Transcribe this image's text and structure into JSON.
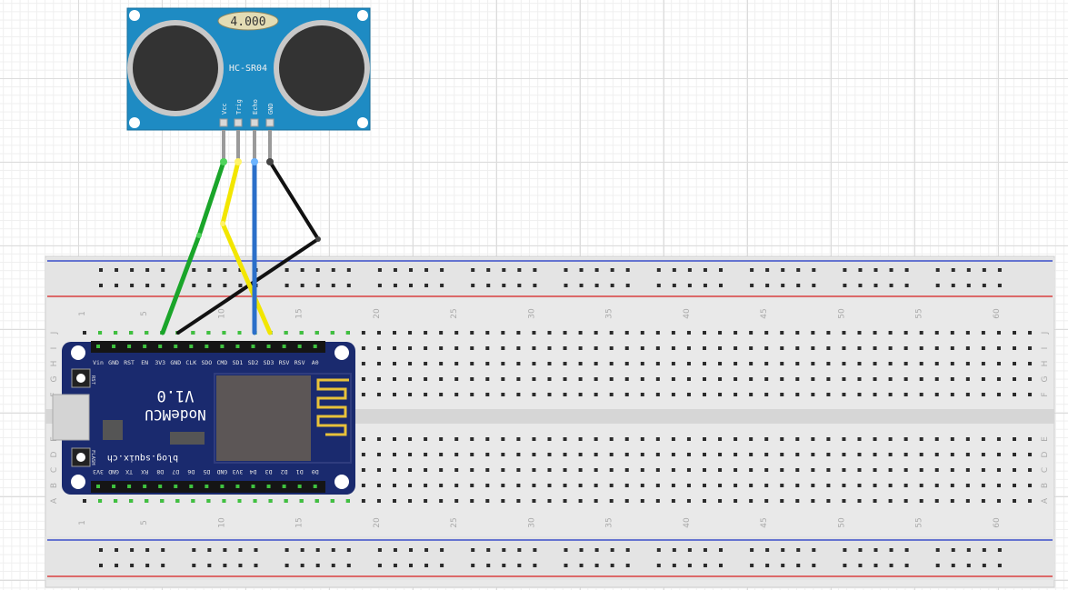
{
  "sensor": {
    "model": "HC-SR04",
    "badge": "4.000",
    "pins": [
      "Vcc",
      "Trig",
      "Echo",
      "GND"
    ]
  },
  "mcu": {
    "title": "NodeMCU",
    "version": "V1.0",
    "site": "blog.squix.ch",
    "button_rst": "RST",
    "button_flash": "FLASH",
    "pins_top": [
      "Vin",
      "GND",
      "RST",
      "EN",
      "3V3",
      "GND",
      "CLK",
      "SDO",
      "CMD",
      "SD1",
      "SD2",
      "SD3",
      "RSV",
      "RSV",
      "A0"
    ],
    "pins_bottom": [
      "3V3",
      "GND",
      "TX",
      "RX",
      "D8",
      "D7",
      "D6",
      "D5",
      "GND",
      "3V3",
      "D4",
      "D3",
      "D2",
      "D1",
      "D0"
    ]
  },
  "breadboard": {
    "column_numbers": [
      "1",
      "5",
      "10",
      "15",
      "20",
      "25",
      "30",
      "35",
      "40",
      "45",
      "50",
      "55",
      "60"
    ],
    "row_letters_left_top": [
      "J",
      "I",
      "H",
      "G",
      "F"
    ],
    "row_letters_left_bottom": [
      "E",
      "D",
      "C",
      "B",
      "A"
    ],
    "row_letters_right_top": [
      "J",
      "I",
      "H",
      "G",
      "F"
    ],
    "row_letters_right_bottom": [
      "E",
      "D",
      "C",
      "B",
      "A"
    ]
  },
  "wires": [
    {
      "name": "vcc-wire",
      "color": "#1aa52a"
    },
    {
      "name": "trig-wire",
      "color": "#f2e600"
    },
    {
      "name": "echo-wire",
      "color": "#2b6fc9"
    },
    {
      "name": "gnd-wire",
      "color": "#111111"
    }
  ],
  "colors": {
    "sensor_board": "#1e8bc3",
    "mcu_board": "#1a2a6e",
    "breadboard": "#e8e8e8",
    "rail_red": "#d94040",
    "rail_blue": "#3b4fc9"
  }
}
